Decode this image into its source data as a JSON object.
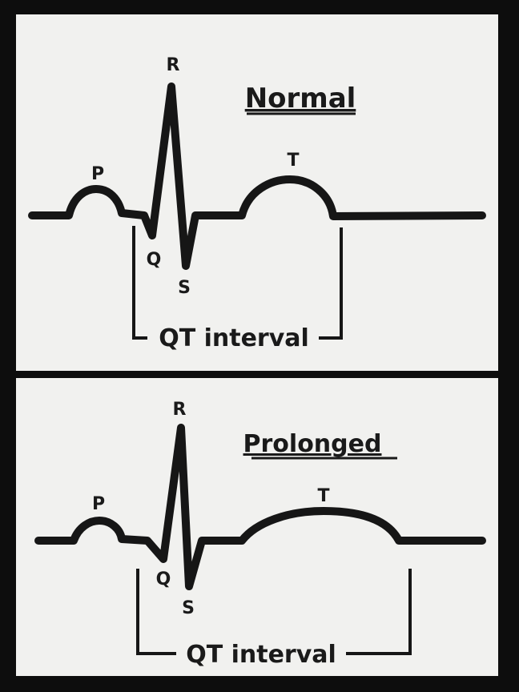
{
  "panels": [
    {
      "title": "Normal",
      "labels": {
        "p": "P",
        "q": "Q",
        "r": "R",
        "s": "S",
        "t": "T"
      },
      "interval_label": "QT interval"
    },
    {
      "title": "Prolonged",
      "labels": {
        "p": "P",
        "q": "Q",
        "r": "R",
        "s": "S",
        "t": "T"
      },
      "interval_label": "QT interval"
    }
  ],
  "colors": {
    "background": "#f1f1ef",
    "frame": "#0d0d0d",
    "ink": "#161616"
  }
}
